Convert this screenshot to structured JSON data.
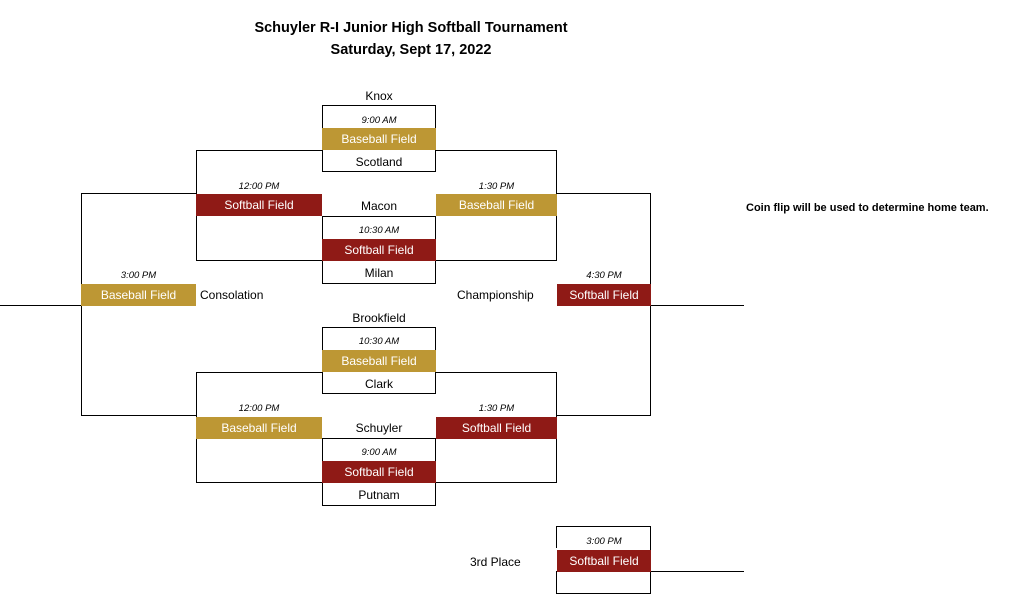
{
  "header": {
    "title": "Schuyler R-I Junior High Softball Tournament",
    "date": "Saturday, Sept 17, 2022"
  },
  "note": "Coin flip will be used to determine home team.",
  "colors": {
    "baseball_field": "#bd9734",
    "softball_field": "#8f1a16"
  },
  "teams": {
    "knox": "Knox",
    "scotland": "Scotland",
    "macon": "Macon",
    "milan": "Milan",
    "brookfield": "Brookfield",
    "clark": "Clark",
    "schuyler": "Schuyler",
    "putnam": "Putnam"
  },
  "games": {
    "g1": {
      "time": "9:00 AM",
      "field": "Baseball Field"
    },
    "g2": {
      "time": "10:30 AM",
      "field": "Softball Field"
    },
    "g3": {
      "time": "12:00 PM",
      "field": "Softball Field"
    },
    "g4": {
      "time": "1:30 PM",
      "field": "Baseball Field"
    },
    "g5": {
      "time": "10:30 AM",
      "field": "Baseball Field"
    },
    "g6": {
      "time": "9:00 AM",
      "field": "Softball Field"
    },
    "g7": {
      "time": "12:00 PM",
      "field": "Baseball Field"
    },
    "g8": {
      "time": "1:30 PM",
      "field": "Softball Field"
    },
    "consolation": {
      "time": "3:00 PM",
      "field": "Baseball Field",
      "label": "Consolation"
    },
    "championship": {
      "time": "4:30 PM",
      "field": "Softball Field",
      "label": "Championship"
    },
    "third_place": {
      "time": "3:00 PM",
      "field": "Softball Field",
      "label": "3rd Place"
    }
  }
}
